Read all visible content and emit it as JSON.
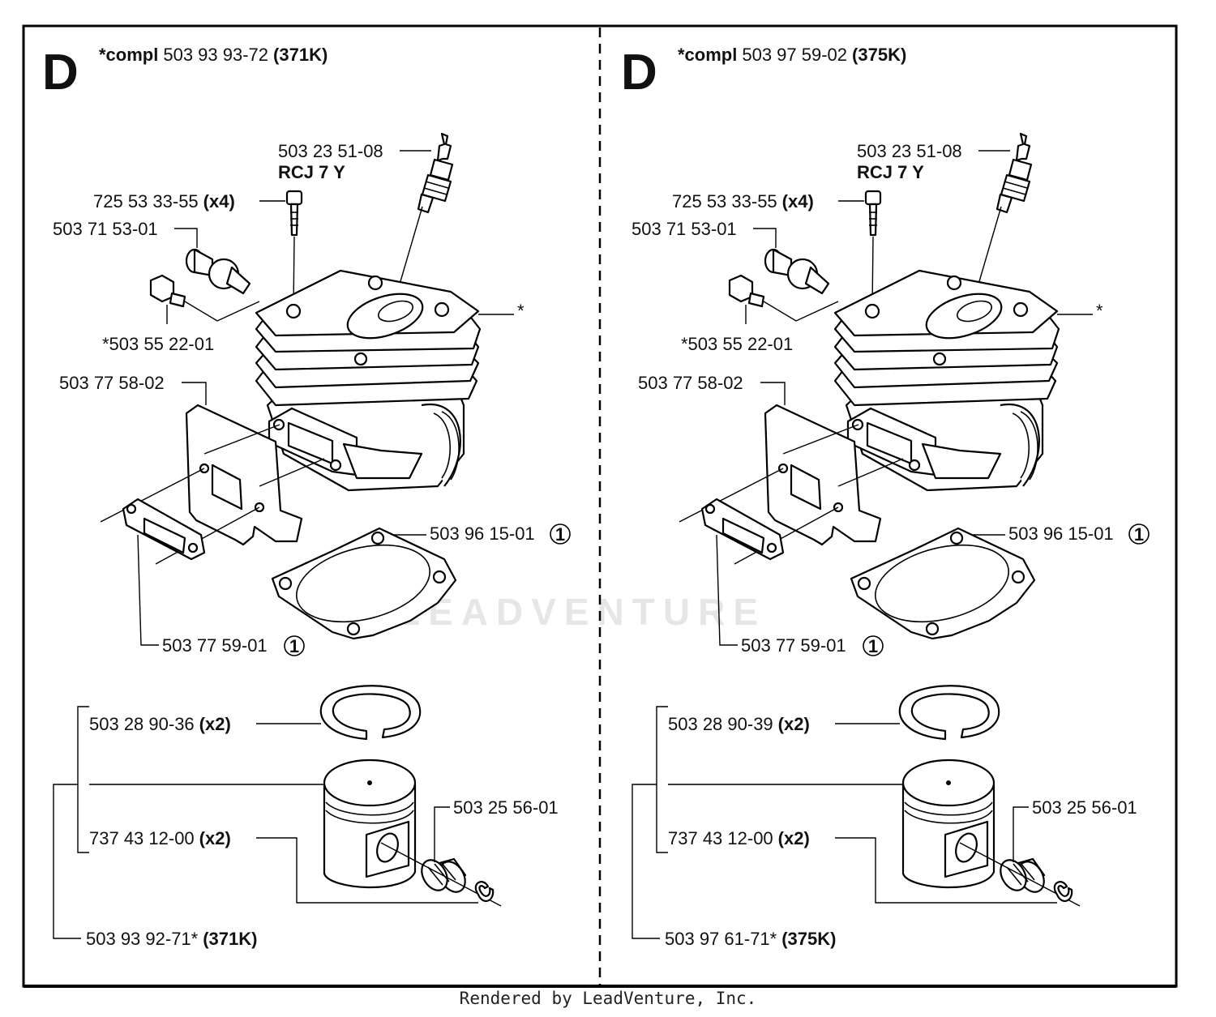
{
  "footer": "Rendered by LeadVenture, Inc.",
  "watermark": "LEADVENTURE",
  "colors": {
    "line": "#000000",
    "watermark": "#e6e6e6"
  },
  "panels": [
    {
      "letter": "D",
      "header": {
        "prefix": "*compl",
        "number": "503 93 93-72",
        "model": "(371K)"
      },
      "parts": {
        "spark_plug": {
          "number": "503 23 51-08",
          "note": "RCJ 7 Y"
        },
        "screw": {
          "number": "725 53 33-55",
          "qty": "(x4)"
        },
        "decompression_valve": {
          "number": "503 71 53-01"
        },
        "plug": {
          "number": "*503 55 22-01"
        },
        "cylinder": {
          "number": "*"
        },
        "heat_shield": {
          "number": "503 77 58-02"
        },
        "cylinder_gasket": {
          "number": "503 96 15-01",
          "ref": "1"
        },
        "muffler_gasket": {
          "number": "503 77 59-01",
          "ref": "1"
        },
        "piston_ring": {
          "number": "503 28 90-36",
          "qty": "(x2)"
        },
        "needle_bearing": {
          "number": "503 25 56-01"
        },
        "circlip": {
          "number": "737 43 12-00",
          "qty": "(x2)"
        },
        "piston": {
          "number": "503 93 92-71*",
          "model": "(371K)"
        }
      }
    },
    {
      "letter": "D",
      "header": {
        "prefix": "*compl",
        "number": "503 97 59-02",
        "model": "(375K)"
      },
      "parts": {
        "spark_plug": {
          "number": "503 23 51-08",
          "note": "RCJ 7 Y"
        },
        "screw": {
          "number": "725 53 33-55",
          "qty": "(x4)"
        },
        "decompression_valve": {
          "number": "503 71 53-01"
        },
        "plug": {
          "number": "*503 55 22-01"
        },
        "cylinder": {
          "number": "*"
        },
        "heat_shield": {
          "number": "503 77 58-02"
        },
        "cylinder_gasket": {
          "number": "503 96 15-01",
          "ref": "1"
        },
        "muffler_gasket": {
          "number": "503 77 59-01",
          "ref": "1"
        },
        "piston_ring": {
          "number": "503 28 90-39",
          "qty": "(x2)"
        },
        "needle_bearing": {
          "number": "503 25 56-01"
        },
        "circlip": {
          "number": "737 43 12-00",
          "qty": "(x2)"
        },
        "piston": {
          "number": "503 97 61-71*",
          "model": "(375K)"
        }
      }
    }
  ]
}
